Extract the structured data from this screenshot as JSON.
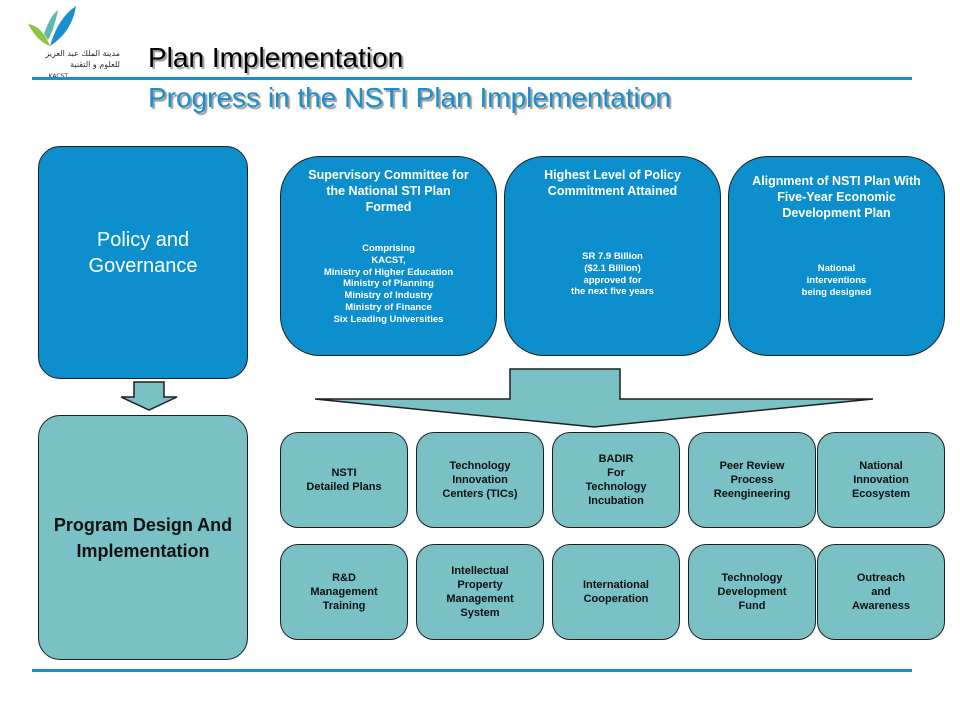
{
  "logo": {
    "name": "kacst-logo",
    "text_lines": [
      "مدينة الملك عبد العزيز",
      "للعلوم و التقنية",
      "KACST"
    ]
  },
  "header": {
    "title": "Plan Implementation",
    "subtitle": "Progress in the NSTI Plan Implementation"
  },
  "left": {
    "policy": "Policy and Governance",
    "program": "Program Design And Implementation"
  },
  "top_boxes": [
    {
      "heading": "Supervisory Committee for the National STI Plan Formed",
      "body": [
        "Comprising",
        "KACST,",
        "Ministry of Higher Education",
        "Ministry of Planning",
        "Ministry of Industry",
        "Ministry of Finance",
        "Six Leading Universities"
      ]
    },
    {
      "heading": "Highest Level of Policy Commitment Attained",
      "body": [
        "SR 7.9 Billion",
        "($2.1 Billion)",
        "approved for",
        "the next five years"
      ]
    },
    {
      "heading": "Alignment of NSTI Plan With Five-Year Economic Development Plan",
      "body": [
        "National",
        "interventions",
        "being designed"
      ]
    }
  ],
  "programs_row1": [
    [
      "NSTI",
      "Detailed Plans"
    ],
    [
      "Technology",
      "Innovation",
      "Centers (TICs)"
    ],
    [
      "BADIR",
      "For",
      "Technology",
      "Incubation"
    ],
    [
      "Peer Review",
      "Process",
      "Reengineering"
    ],
    [
      "National",
      "Innovation",
      "Ecosystem"
    ]
  ],
  "programs_row2": [
    [
      "R&D",
      "Management",
      "Training"
    ],
    [
      "Intellectual",
      "Property",
      "Management",
      "System"
    ],
    [
      "International",
      "Cooperation"
    ],
    [
      "Technology",
      "Development",
      "Fund"
    ],
    [
      "Outreach",
      "and",
      "Awareness"
    ]
  ],
  "colors": {
    "blue_box": "#0e8fcd",
    "teal_box": "#79c1c4",
    "accent": "#1a8fd0"
  }
}
